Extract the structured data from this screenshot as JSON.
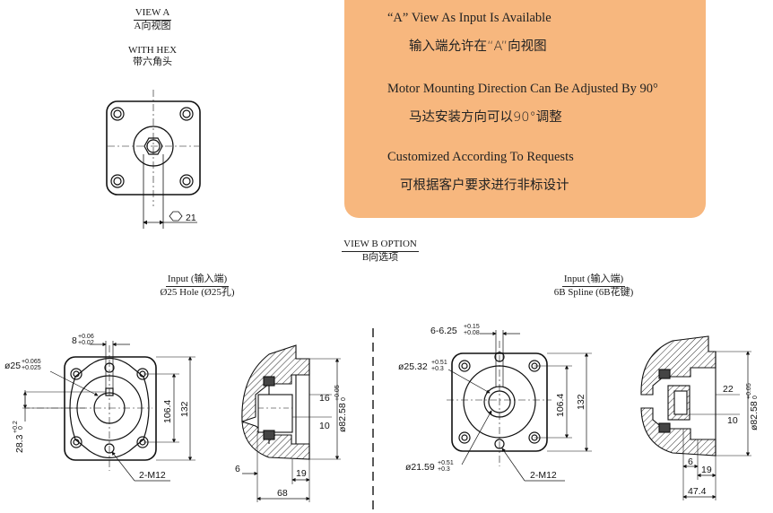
{
  "view_a": {
    "title": "VIEW A",
    "title_cn": "A向视图",
    "hex_label": "WITH HEX",
    "hex_label_cn": "带六角头",
    "hex_dim": "21"
  },
  "notes": [
    {
      "en": "“A” View As Input Is Available",
      "cn": "输入端允许在“A”向视图"
    },
    {
      "en": "Motor Mounting Direction Can Be Adjusted By 90°",
      "cn": "马达安装方向可以90°调整"
    },
    {
      "en": "Customized According To Requests",
      "cn": "可根据客户要求进行非标设计"
    }
  ],
  "view_b": {
    "title": "VIEW B OPTION",
    "title_cn": "B向选项"
  },
  "left_option": {
    "input_label": "Input (输入端)",
    "spec": "Ø25 Hole (Ø25孔)",
    "dims": {
      "bore": "ø25",
      "bore_tol_upper": "+0.065",
      "bore_tol_lower": "+0.025",
      "keyway": "8",
      "keyway_tol_upper": "+0.06",
      "keyway_tol_lower": "+0.02",
      "offset": "28.3",
      "offset_tol_upper": "+0.2",
      "offset_tol_lower": "0",
      "inner": "106.4",
      "outer": "132",
      "bolts": "2-M12",
      "sec_16": "16",
      "sec_10": "10",
      "pilot": "ø82.58",
      "pilot_tol_upper": "+0.05",
      "pilot_tol_lower": "0",
      "sec_6": "6",
      "sec_19": "19",
      "sec_68": "68"
    }
  },
  "right_option": {
    "input_label": "Input (输入端)",
    "spec": "6B Spline (6B花键)",
    "dims": {
      "spline_width": "6-6.25",
      "spline_tol_upper": "+0.15",
      "spline_tol_lower": "+0.08",
      "major": "ø25.32",
      "major_tol_upper": "+0.51",
      "major_tol_lower": "+0.3",
      "minor": "ø21.59",
      "minor_tol_upper": "+0.51",
      "minor_tol_lower": "+0.3",
      "inner": "106.4",
      "outer": "132",
      "bolts": "2-M12",
      "sec_22": "22",
      "sec_10": "10",
      "pilot": "ø82.58",
      "pilot_tol_upper": "+0.05",
      "pilot_tol_lower": "0",
      "sec_6": "6",
      "sec_19": "19",
      "sec_47": "47.4"
    }
  }
}
